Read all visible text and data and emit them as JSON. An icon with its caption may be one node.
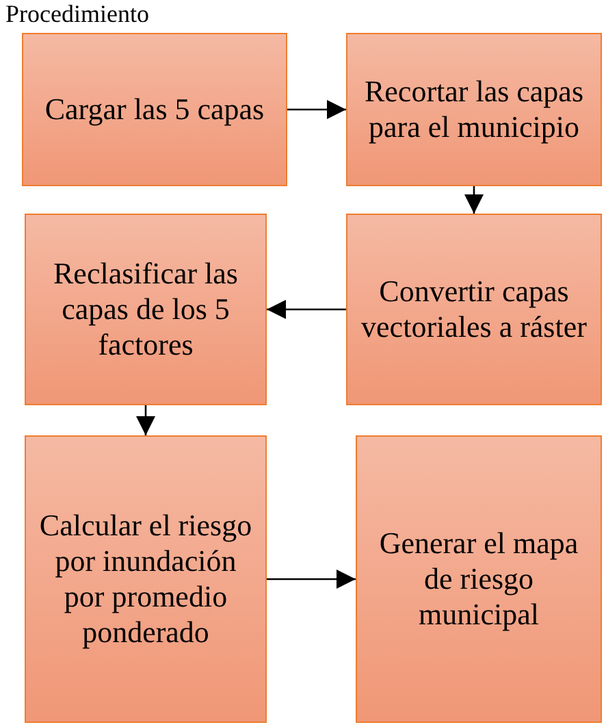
{
  "diagram": {
    "title": "Procedimiento",
    "nodes": [
      {
        "text": [
          "Cargar las 5 capas"
        ]
      },
      {
        "text": [
          "Recortar las capas para el municipio"
        ]
      },
      {
        "text": [
          "Reclasificar las capas de los 5 factores"
        ]
      },
      {
        "text": [
          "Convertir capas vectoriales a ráster"
        ]
      },
      {
        "text": [
          "Calcular el riesgo por inundación por promedio ponderado"
        ]
      },
      {
        "text": [
          "Generar el mapa de riesgo municipal"
        ]
      }
    ],
    "edges": [
      {
        "from": 0,
        "to": 1,
        "arrow": "to"
      },
      {
        "from": 1,
        "to": 3,
        "arrow": "to"
      },
      {
        "from": 3,
        "to": 2,
        "arrow": "to"
      },
      {
        "from": 2,
        "to": 4,
        "arrow": "to"
      },
      {
        "from": 4,
        "to": 5,
        "arrow": "to"
      }
    ]
  }
}
